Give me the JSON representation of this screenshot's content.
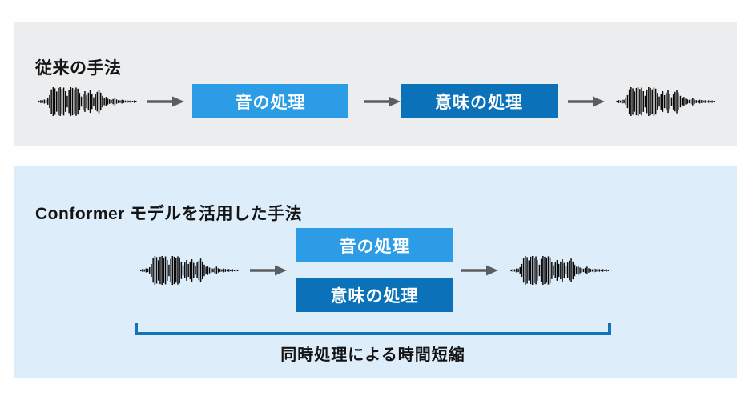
{
  "colors": {
    "panel_gray": "#ECEDEE",
    "panel_blue": "#DEEDFA",
    "box_light_blue": "#2B9CE5",
    "box_dark_blue": "#0B71B8",
    "arrow_gray": "#5A5E63",
    "bracket_blue": "#1274B8",
    "waveform_black": "#0A0A0A",
    "text_dark": "#141414",
    "box_text": "#FFFFFF"
  },
  "conventional": {
    "title": "従来の手法",
    "steps": [
      {
        "label": "音の処理"
      },
      {
        "label": "意味の処理"
      }
    ]
  },
  "conformer": {
    "title": "Conformer モデルを活用した手法",
    "steps": [
      {
        "label": "音の処理"
      },
      {
        "label": "意味の処理"
      }
    ],
    "bracket_label": "同時処理による時間短縮"
  }
}
